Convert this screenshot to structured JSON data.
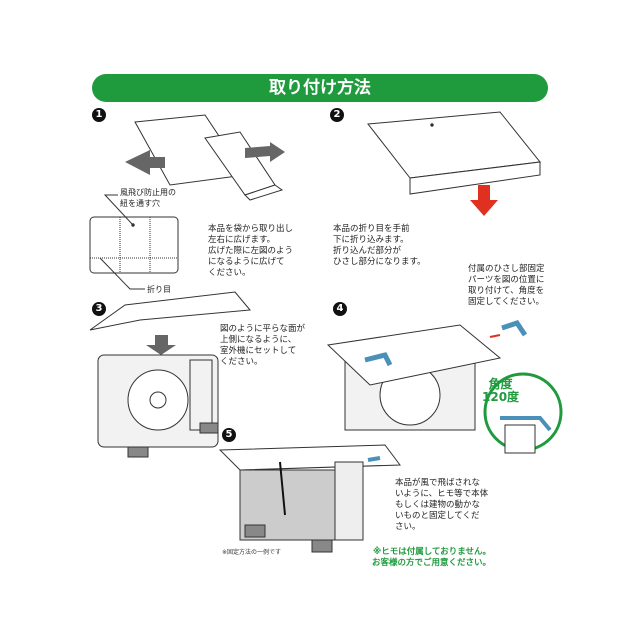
{
  "title": "取り付け方法",
  "steps": [
    {
      "num": "1",
      "text": "本品を袋から取り出し\n左右に広げます。\n広げた際に左図のよう\nになるように広げて\nください。"
    },
    {
      "num": "2",
      "text": "本品の折り目を手前\n下に折り込みます。\n折り込んだ部分が\nひさし部分になります。"
    },
    {
      "num": "3",
      "text": "図のように平らな面が\n上側になるように、\n室外機にセットして\nください。"
    },
    {
      "num": "4",
      "text": "付属のひさし部固定\nパーツを図の位置に\n取り付けて、角度を\n固定してください。"
    },
    {
      "num": "5",
      "text": "本品が風で飛ばされな\nいように、ヒモ等で本体\nもしくは建物の動かな\nいものと固定してくだ\nさい。"
    }
  ],
  "labels": {
    "hole": "風飛び防止用の\n紐を通す穴",
    "fold": "折り目",
    "angle": "角度\n120度",
    "example": "※固定方法の一例です"
  },
  "note": "※ヒモは付属しておりません。\nお客様の方でご用意ください。",
  "colors": {
    "accent": "#1f9b3e",
    "arrow": "#e03020",
    "part": "#4a90b8"
  }
}
